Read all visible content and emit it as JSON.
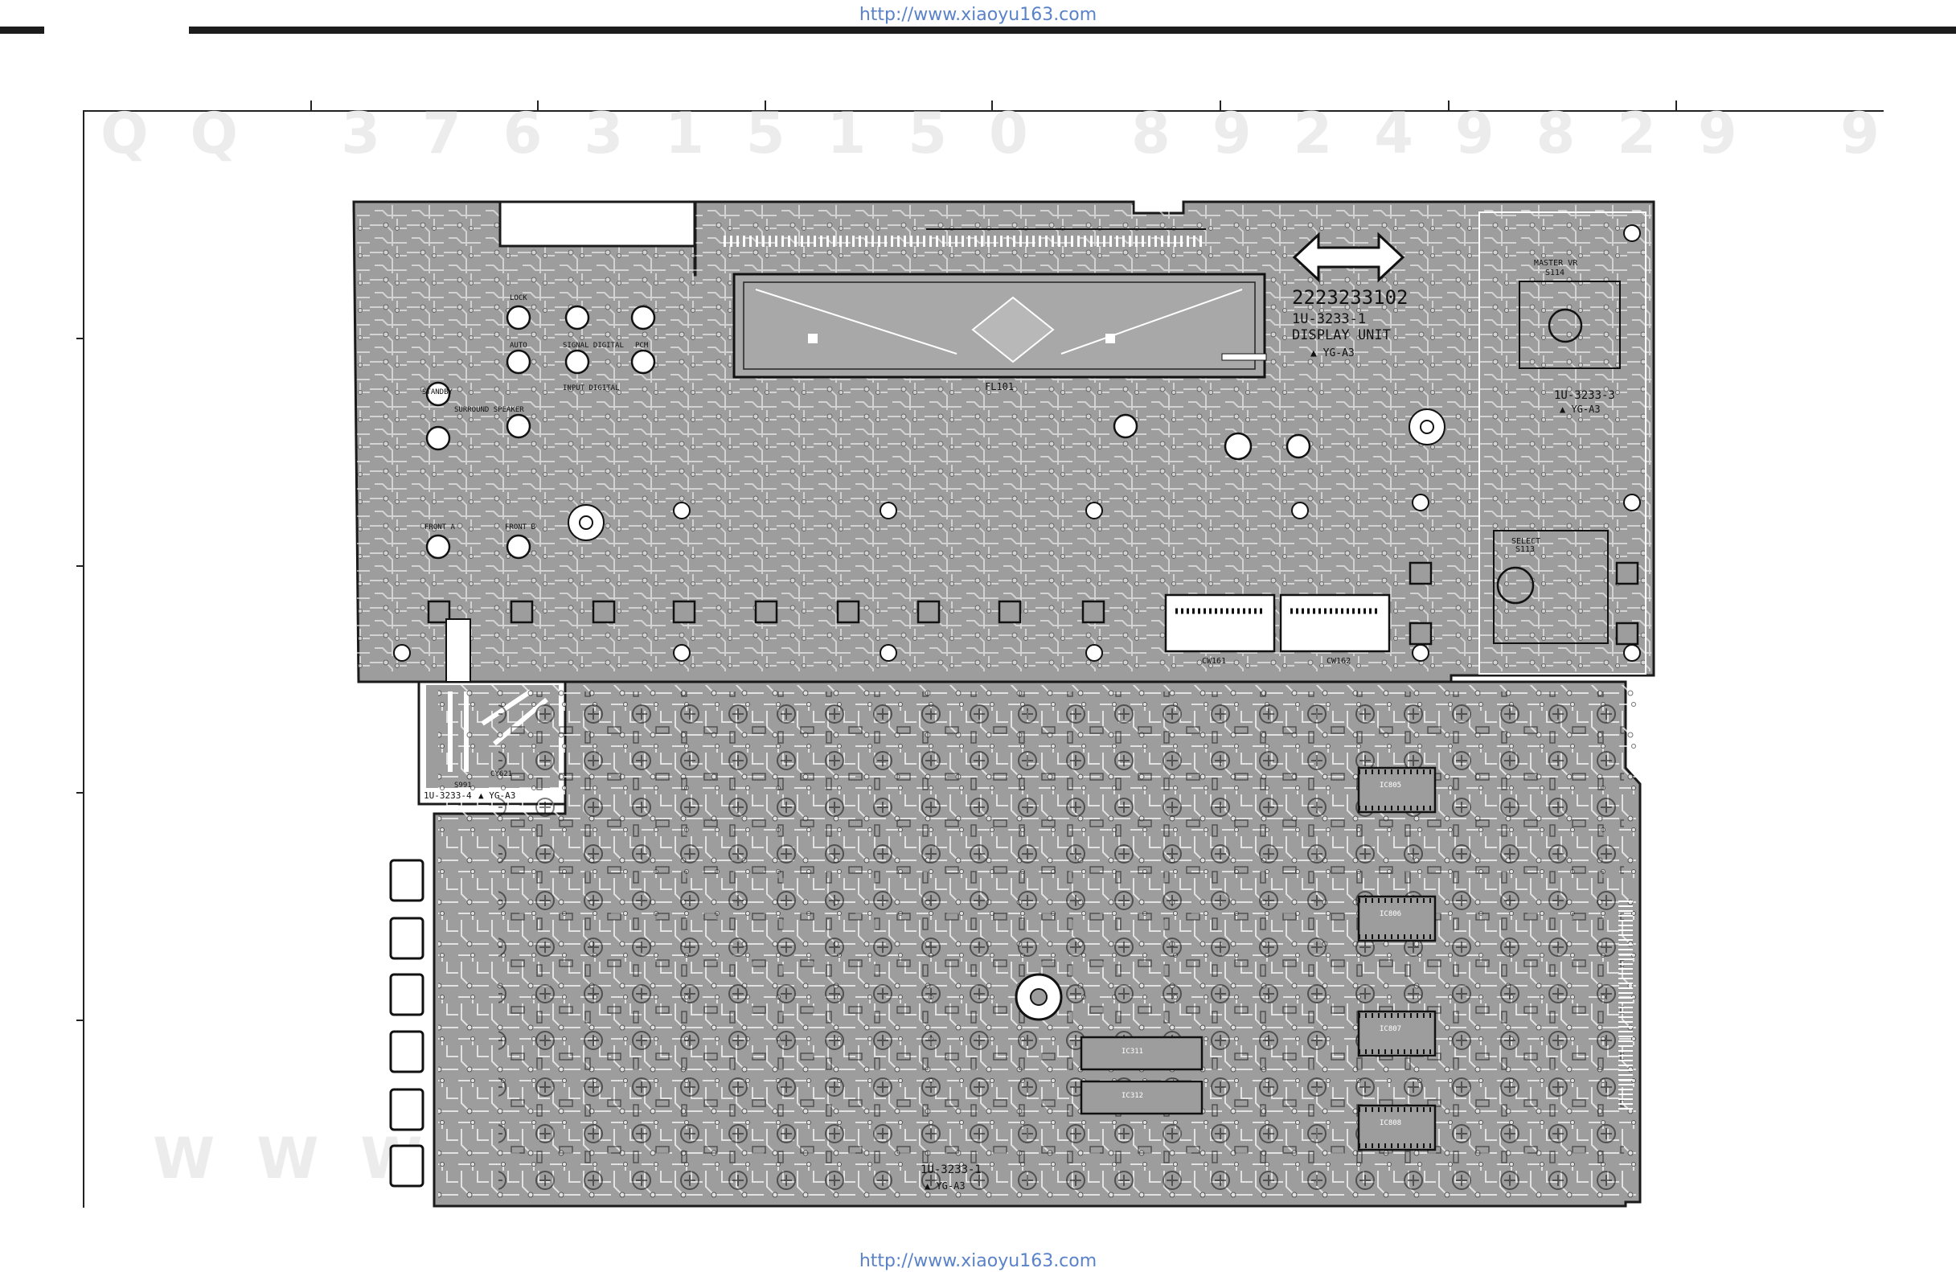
{
  "header_url": "http://www.xiaoyu163.com",
  "footer_url": "http://www.xiaoyu163.com",
  "ghost_code": "QQ 376315150   89249829 9",
  "ghost_footer": "WWW",
  "display_unit": {
    "part_code": "2223233102",
    "board_id": "1U-3233-1",
    "board_name": "DISPLAY UNIT",
    "marker": "▲ YG-A3",
    "fl_label": "FL101"
  },
  "master_vr_unit": {
    "title": "MASTER VR",
    "switch": "S114",
    "select_label": "SELECT",
    "select_switch": "S113",
    "board_id": "1U-3233-3",
    "marker": "▲ YG-A3"
  },
  "led_labels": [
    "LOCK",
    "AUTO",
    "SIGNAL DIGITAL",
    "PCM",
    "INPUT DIGITAL",
    "STANDBY",
    "SURROUND SPEAKER",
    "FRONT A",
    "FRONT B"
  ],
  "connectors": [
    "CW161",
    "CW162"
  ],
  "small_board": {
    "label": "S991",
    "part": "CY621",
    "board_id": "1U-3233-4",
    "marker": "▲ YG-A3"
  },
  "main_board": {
    "board_id": "1U-3233-1",
    "marker": "▲ YG-A3",
    "ic_labels": [
      "IC805",
      "IC806",
      "IC807",
      "IC808",
      "IC311",
      "IC312"
    ]
  },
  "colors": {
    "pcb": "#9d9d9d",
    "trace": "#ffffff",
    "outline": "#1a1a1a",
    "watermark": "#f3b5b5",
    "url": "#5a82c8"
  }
}
